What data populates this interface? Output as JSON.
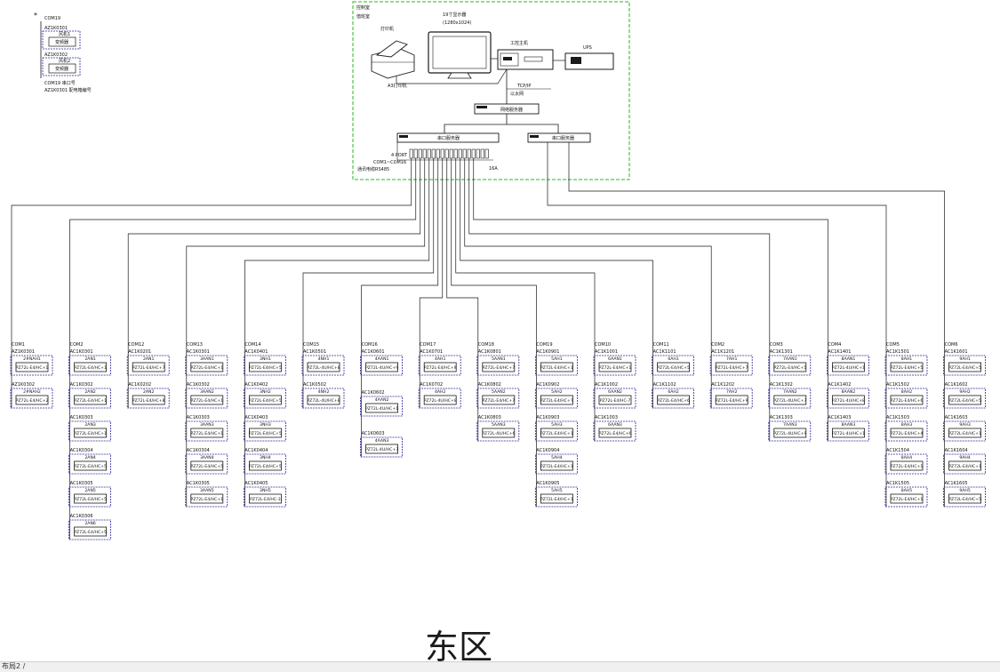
{
  "legend": {
    "star": "*",
    "com_label": "COM19",
    "addr1": "AZ1K0301",
    "addr2": "AZ1K0302",
    "name1": "风机1",
    "name2": "风机2",
    "sub1": "变频器",
    "sub2": "变频器",
    "note1": "COM19 串口号",
    "note2": "AZ1K0301 配电箱编号"
  },
  "control_room": {
    "title": "控制室",
    "subtitle": "值班室",
    "monitor_title": "19寸显示器",
    "monitor_sub": "(1280x1024)",
    "printer": "打印机",
    "printer_sub": "A3打印机",
    "host": "工控主机",
    "ups": "UPS",
    "net": "TCP/IP",
    "net_sub": "以太网",
    "hub": "网络服务器",
    "switch_main": "串口服务器",
    "switch_side": "串口服务器",
    "port_label": "4 PORT",
    "com_label": "COM1~COM16",
    "bus_label": "通讯电缆RS485",
    "end_label": "16A"
  },
  "columns": [
    {
      "com": "COM1",
      "devices": [
        {
          "addr": "AZ1K0301",
          "name": "2#NAH1",
          "model": "PZ72L-E4/HC+1"
        },
        {
          "addr": "AZ1K0302",
          "name": "2#NAH2",
          "model": "PZ72L-E4/HC+2"
        }
      ]
    },
    {
      "com": "COM2",
      "devices": [
        {
          "addr": "AC1K0301",
          "name": "2AN1",
          "model": "PZ72L-E4/HC+1"
        },
        {
          "addr": "AC1K0302",
          "name": "2AN2",
          "model": "PZ72L-E4/HC+1"
        },
        {
          "addr": "AC1K0303",
          "name": "2AN3",
          "model": "PZ72L-E4/HC+1"
        },
        {
          "addr": "AC1K0304",
          "name": "2AN4",
          "model": "PZ72L-E4/HC+5"
        },
        {
          "addr": "AC1K0305",
          "name": "2AN5",
          "model": "PZ72L-E4/HC+5"
        },
        {
          "addr": "AC1K0306",
          "name": "2AN6",
          "model": "PZ72L-E4/HC+5"
        }
      ]
    },
    {
      "com": "COM12",
      "devices": [
        {
          "addr": "AC1K0201",
          "name": "2AN1",
          "model": "PZ72L-E4/HC+7"
        },
        {
          "addr": "AC1K0202",
          "name": "2AN2",
          "model": "PZ72L-E4/HC+8"
        }
      ]
    },
    {
      "com": "COM13",
      "devices": [
        {
          "addr": "AC1K0301",
          "name": "3AAN1",
          "model": "PZ72L-E4/HC+1"
        },
        {
          "addr": "AC1K0302",
          "name": "3AAN2",
          "model": "PZ72L-E4/HC+1"
        },
        {
          "addr": "AC1K0303",
          "name": "3AAN3",
          "model": "PZ72L-E4/HC+1"
        },
        {
          "addr": "AC1K0304",
          "name": "3AAN4",
          "model": "PZ72L-E4/HC+5"
        },
        {
          "addr": "AC1K0305",
          "name": "3AAN5",
          "model": "PZ72L-E4/HC+1"
        }
      ]
    },
    {
      "com": "COM14",
      "devices": [
        {
          "addr": "AC1K0401",
          "name": "3NH1",
          "model": "PZ72L-E4/HC+5"
        },
        {
          "addr": "AC1K0402",
          "name": "3NH2",
          "model": "PZ72L-E4/HC+5"
        },
        {
          "addr": "AC1K0403",
          "name": "3NH3",
          "model": "PZ72L-E4/HC+5"
        },
        {
          "addr": "AC1K0404",
          "name": "3NH4",
          "model": "PZ72L-E4/HC+5"
        },
        {
          "addr": "AC1K0405",
          "name": "3NH5",
          "model": "PZ72L-E4/HC-3"
        }
      ]
    },
    {
      "com": "COM15",
      "devices": [
        {
          "addr": "AC1K0501",
          "name": "4NH1",
          "model": "PZ72L-4U/HC+8"
        },
        {
          "addr": "AC1K0502",
          "name": "4NH2",
          "model": "PZ72L-4U/HC+8"
        }
      ]
    },
    {
      "com": "COM16",
      "devices": [
        {
          "addr": "AC1K0601",
          "name": "4AAN1",
          "model": "PZ72L-4U/HC+9"
        },
        {
          "addr": "AC1K0602",
          "name": "4AAN2",
          "model": "PZ72L-4U/HC+1"
        },
        {
          "addr": "AC1K0603",
          "name": "4AAN3",
          "model": "PZ72L-4U/HC+7"
        }
      ]
    },
    {
      "com": "COM17",
      "devices": [
        {
          "addr": "AC1K0701",
          "name": "4AH1",
          "model": "PZ72L-E4/HC+9"
        },
        {
          "addr": "AC1K0702",
          "name": "4AH2",
          "model": "PZ72L-4U/HC+8"
        }
      ]
    },
    {
      "com": "COM18",
      "devices": [
        {
          "addr": "AC1K0801",
          "name": "5AAN1",
          "model": "PZ72L-E4/HC+7"
        },
        {
          "addr": "AC1K0802",
          "name": "5AAN2",
          "model": "PZ72L-E4/HC+7"
        },
        {
          "addr": "AC1K0803",
          "name": "5AAN3",
          "model": "PZ72L-4U/HC+6"
        }
      ]
    },
    {
      "com": "COM19",
      "devices": [
        {
          "addr": "AC1K0901",
          "name": "5AH1",
          "model": "PZ72L-E4/HC+1"
        },
        {
          "addr": "AC1K0902",
          "name": "5AH2",
          "model": "PZ72L-E4/HC+7"
        },
        {
          "addr": "AC1K0903",
          "name": "5AH3",
          "model": "PZ72L-E4/HC+1"
        },
        {
          "addr": "AC1K0904",
          "name": "5AH4",
          "model": "PZ72L-E4/HC+1"
        },
        {
          "addr": "AC1K0905",
          "name": "5AH5",
          "model": "PZ72L-E4/HC+1"
        }
      ]
    },
    {
      "com": "COM10",
      "devices": [
        {
          "addr": "AC1K1001",
          "name": "6AAN1",
          "model": "PZ72L-E4/HC+1"
        },
        {
          "addr": "AC1K1002",
          "name": "6AAN2",
          "model": "PZ72L-E4/HC-7"
        },
        {
          "addr": "AC1K1003",
          "name": "6AAN3",
          "model": "PZ72L-E4/HC+6"
        }
      ]
    },
    {
      "com": "COM11",
      "devices": [
        {
          "addr": "AC1K1101",
          "name": "6AH1",
          "model": "PZ72L-E4/HC+5"
        },
        {
          "addr": "AC1K1102",
          "name": "6AH2",
          "model": "PZ72L-E4/HC+6"
        }
      ]
    },
    {
      "com": "COM2",
      "devices": [
        {
          "addr": "AC1K1201",
          "name": "7AH1",
          "model": "PZ72L-E4/HC+7"
        },
        {
          "addr": "AC1K1202",
          "name": "7AH2",
          "model": "PZ72L-E4/HC+9"
        }
      ]
    },
    {
      "com": "COM3",
      "devices": [
        {
          "addr": "AC1K1301",
          "name": "7AAN1",
          "model": "PZ72L-E4/HC+5"
        },
        {
          "addr": "AC1K1302",
          "name": "7AAN2",
          "model": "PZ72L-4U/HC+7"
        },
        {
          "addr": "AC1K1303",
          "name": "7AAN3",
          "model": "PZ72L-4U/HC+9"
        }
      ]
    },
    {
      "com": "COM4",
      "devices": [
        {
          "addr": "AC1K1401",
          "name": "8AAN1",
          "model": "PZ72L-4U/HC+1"
        },
        {
          "addr": "AC1K1402",
          "name": "8AAN2",
          "model": "PZ72L-4U/HC+8"
        },
        {
          "addr": "AC1K1403",
          "name": "8AAN3",
          "model": "PZ72L-4U/HC+1"
        }
      ]
    },
    {
      "com": "COM5",
      "devices": [
        {
          "addr": "AC1K1501",
          "name": "8AH1",
          "model": "PZ72L-E4/HC+5"
        },
        {
          "addr": "AC1K1502",
          "name": "8AH2",
          "model": "PZ72L-E4/HC+6"
        },
        {
          "addr": "AC1K1503",
          "name": "8AH3",
          "model": "PZ72L-E4/HC+4"
        },
        {
          "addr": "AC1K1504",
          "name": "8AH4",
          "model": "PZ72L-E4/HC+1"
        },
        {
          "addr": "AC1K1505",
          "name": "8AH5",
          "model": "PZ72L-E4/HC+1"
        }
      ]
    },
    {
      "com": "COM6",
      "devices": [
        {
          "addr": "AC1K1601",
          "name": "9AH1",
          "model": "PZ72L-E4/HC+5"
        },
        {
          "addr": "AC1K1602",
          "name": "9AH2",
          "model": "PZ72L-E4/HC+5"
        },
        {
          "addr": "AC1K1603",
          "name": "9AH3",
          "model": "PZ72L-E4/HC+1"
        },
        {
          "addr": "AC1K1604",
          "name": "9AH4",
          "model": "PZ72L-E4/HC+1"
        },
        {
          "addr": "AC1K1605",
          "name": "9AH5",
          "model": "PZ72L-E4/HC+5"
        }
      ]
    }
  ],
  "footer": {
    "zone_title": "东区",
    "layout_tab": "布局2"
  },
  "colors": {
    "line": "#1a1a1a",
    "device_border": "#1c1c6a",
    "device_dash": "#2a2aa0",
    "control_border": "#22bb22",
    "text": "#111111"
  }
}
